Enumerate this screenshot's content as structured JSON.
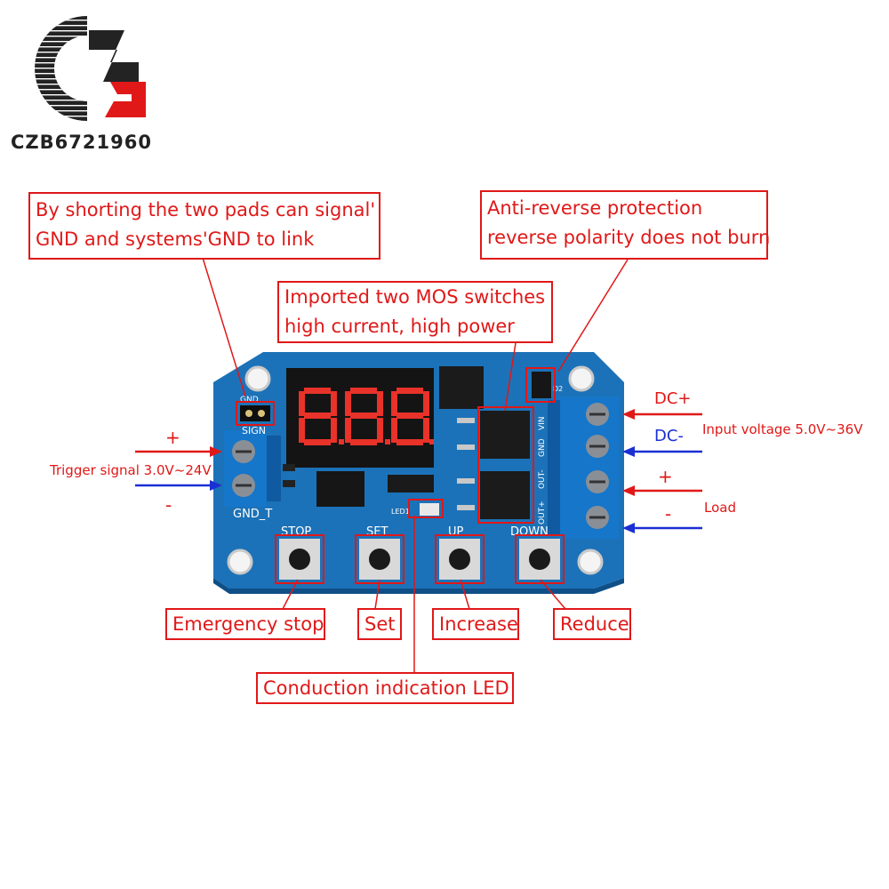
{
  "brand": {
    "logo_text": "CZB",
    "watermark": "CZB6721960",
    "colors": {
      "logo": "#232323",
      "accent": "#e01818"
    }
  },
  "callouts": {
    "signal_gnd": {
      "line1": "By shorting the two pads can signal'",
      "line2": "GND and systems'GND  to link"
    },
    "anti_reverse": {
      "line1": "Anti-reverse protection",
      "line2": "reverse polarity does not burn"
    },
    "mos": {
      "line1": "Imported two MOS switches",
      "line2": "high current, high power"
    },
    "emergency_stop": "Emergency stop",
    "set": "Set",
    "increase": "Increase",
    "reduce": "Reduce",
    "led": "Conduction indication LED"
  },
  "labels": {
    "trigger_plus": "+",
    "trigger_minus": "-",
    "trigger_signal": "Trigger signal  3.0V~24V",
    "dc_plus": "DC+",
    "dc_minus": "DC-",
    "input_voltage": "Input voltage 5.0V~36V",
    "load_plus": "+",
    "load_minus": "-",
    "load": "Load"
  },
  "board": {
    "display_digits": "8.8.8.",
    "silkscreen": {
      "gnd_pad": "GND",
      "sign": "SIGN",
      "gnd_t": "GND_T",
      "stop": "STOP",
      "set": "SET",
      "up": "UP",
      "down": "DOWN",
      "led1": "LED1",
      "d2": "D2",
      "vin": "VIN",
      "gnd": "GND",
      "out_minus": "OUT-",
      "out_plus": "OUT+"
    },
    "colors": {
      "pcb": "#1c72b8",
      "terminal": "#1676c9",
      "display_bg": "#141414",
      "segment": "#e8322a"
    }
  }
}
